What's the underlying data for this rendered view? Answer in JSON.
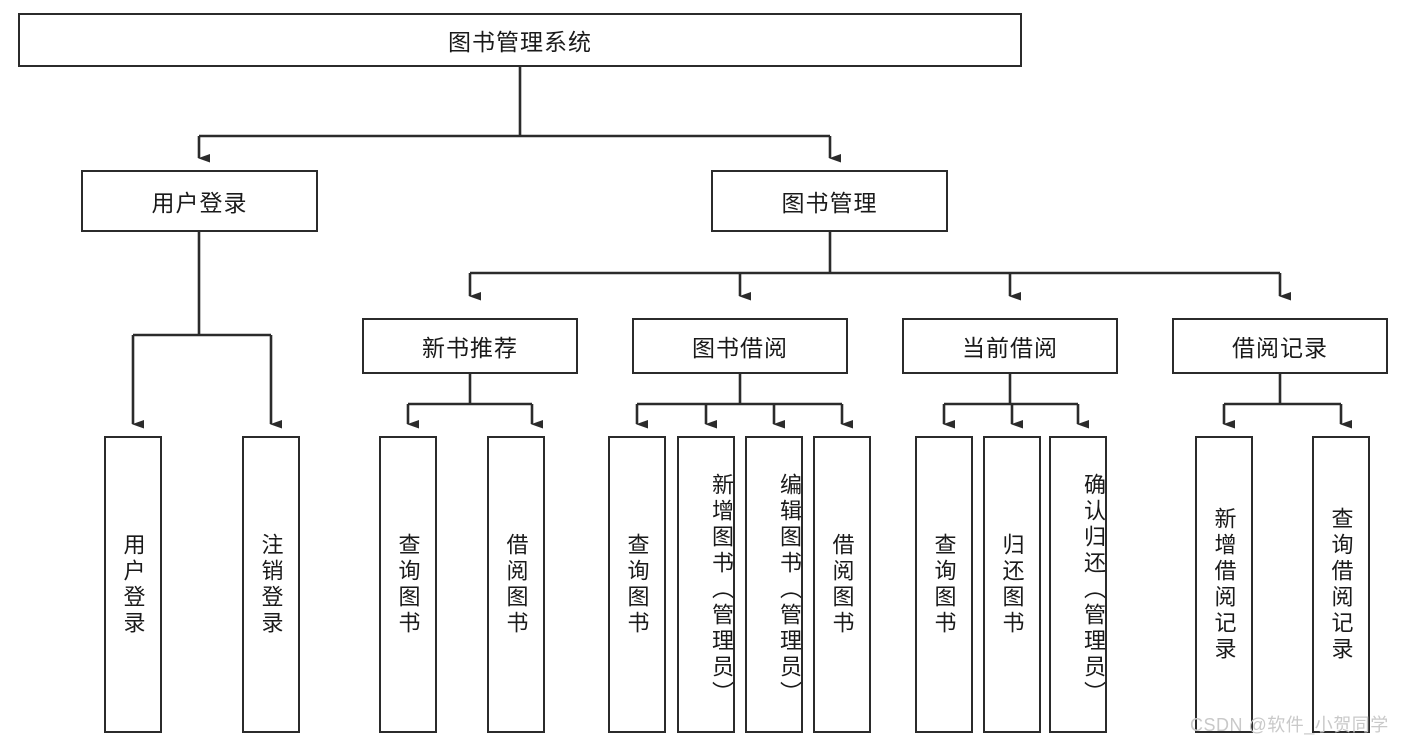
{
  "diagram": {
    "title": "图书管理系统",
    "type": "tree",
    "watermark": "CSDN @软件_小贺同学",
    "colors": {
      "stroke": "#2b2b2b",
      "fill": "#ffffff",
      "text": "#1a1a1a",
      "watermark": "#c9c9c9"
    },
    "root": {
      "label": "图书管理系统"
    },
    "level2": [
      {
        "id": "user-login",
        "label": "用户登录"
      },
      {
        "id": "book-manage",
        "label": "图书管理"
      }
    ],
    "level3": [
      {
        "id": "new-book-recommend",
        "label": "新书推荐",
        "parent": "book-manage"
      },
      {
        "id": "book-borrow",
        "label": "图书借阅",
        "parent": "book-manage"
      },
      {
        "id": "current-borrow",
        "label": "当前借阅",
        "parent": "book-manage"
      },
      {
        "id": "borrow-record",
        "label": "借阅记录",
        "parent": "book-manage"
      }
    ],
    "leaves": [
      {
        "id": "leaf-user-login",
        "label": "用户登录",
        "parent": "user-login"
      },
      {
        "id": "leaf-user-logout",
        "label": "注销登录",
        "parent": "user-login"
      },
      {
        "id": "leaf-query-book-1",
        "label": "查询图书",
        "parent": "new-book-recommend"
      },
      {
        "id": "leaf-borrow-book-1",
        "label": "借阅图书",
        "parent": "new-book-recommend"
      },
      {
        "id": "leaf-query-book-2",
        "label": "查询图书",
        "parent": "book-borrow"
      },
      {
        "id": "leaf-add-book",
        "label": "新增图书（管理员）",
        "parent": "book-borrow"
      },
      {
        "id": "leaf-edit-book",
        "label": "编辑图书（管理员）",
        "parent": "book-borrow"
      },
      {
        "id": "leaf-borrow-book-2",
        "label": "借阅图书",
        "parent": "book-borrow"
      },
      {
        "id": "leaf-query-book-3",
        "label": "查询图书",
        "parent": "current-borrow"
      },
      {
        "id": "leaf-return-book",
        "label": "归还图书",
        "parent": "current-borrow"
      },
      {
        "id": "leaf-confirm-return",
        "label": "确认归还（管理员）",
        "parent": "current-borrow"
      },
      {
        "id": "leaf-add-record",
        "label": "新增借阅记录",
        "parent": "borrow-record"
      },
      {
        "id": "leaf-query-record",
        "label": "查询借阅记录",
        "parent": "borrow-record"
      }
    ]
  }
}
